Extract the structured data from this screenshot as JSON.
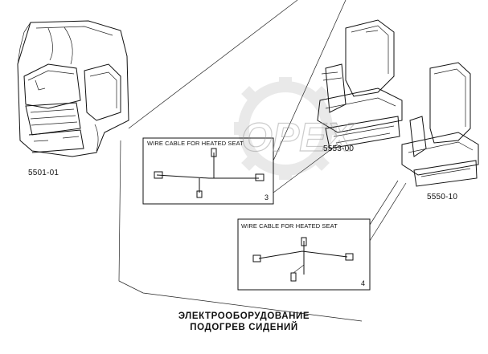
{
  "parts": {
    "cab": "5501-01",
    "seat_driver": "5553-00",
    "seat_passenger": "5550-10"
  },
  "callouts": {
    "box_a": {
      "title": "WIRE CABLE FOR HEATED SEAT",
      "number": "3"
    },
    "box_b": {
      "title": "WIRE CABLE FOR HEATED SEAT",
      "number": "4"
    }
  },
  "watermark": {
    "text": "OPEX"
  },
  "caption": {
    "line1": "ЭЛЕКТРООБОРУДОВАНИЕ",
    "line2": "ПОДОГРЕВ СИДЕНИЙ"
  }
}
